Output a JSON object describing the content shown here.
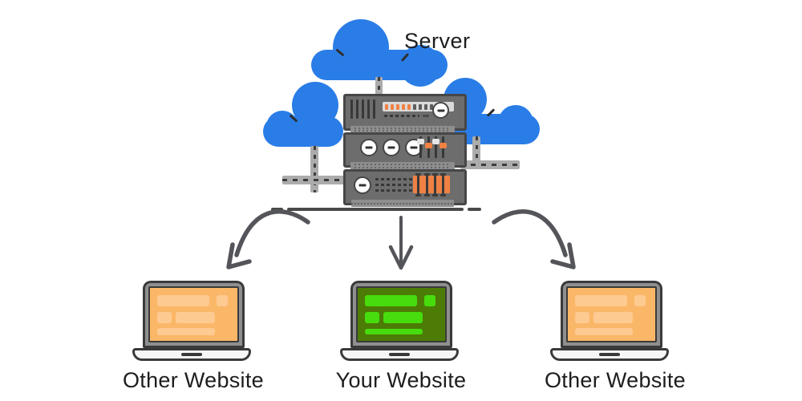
{
  "diagram_title": "Server",
  "server": {
    "label": "Server",
    "rack_units": [
      {
        "name": "unit-vents-and-led-display"
      },
      {
        "name": "unit-three-dials-and-four-sliders"
      },
      {
        "name": "unit-dial-readout-lines-and-fuses"
      }
    ]
  },
  "laptops": [
    {
      "position": "left",
      "label": "Other Website",
      "screen_theme": "orange"
    },
    {
      "position": "center",
      "label": "Your Website",
      "screen_theme": "green"
    },
    {
      "position": "right",
      "label": "Other Website",
      "screen_theme": "orange"
    }
  ],
  "arrows": [
    {
      "direction": "down-left"
    },
    {
      "direction": "down"
    },
    {
      "direction": "down-right"
    }
  ],
  "colors": {
    "cloud_blue": "#2a7de6",
    "server_gray": "#6d6d6d",
    "server_outline": "#464646",
    "accent_orange": "#f08143",
    "band_gray": "#8e8e8e",
    "cable_gray": "#acacac",
    "screen_orange_bg": "#fbb768",
    "screen_orange_block": "#fdca92",
    "screen_green_bg": "#4c7c06",
    "screen_green_block": "#47dc0d",
    "laptop_gray": "#8f8f8f",
    "laptop_outline": "#3a3a3a",
    "laptop_base": "#f6f6f6",
    "arrow_gray": "#54555a",
    "text_dark": "#1d1d1d"
  }
}
